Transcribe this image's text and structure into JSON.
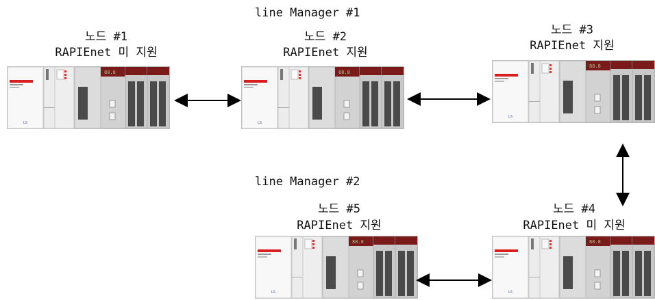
{
  "managers": [
    {
      "label": "line Manager #1"
    },
    {
      "label": "line Manager #2"
    }
  ],
  "nodes": [
    {
      "id": "1",
      "title": "노드 #1",
      "support": "RAPIEnet 미 지원"
    },
    {
      "id": "2",
      "title": "노드 #2",
      "support": "RAPIEnet 지원"
    },
    {
      "id": "3",
      "title": "노드 #3",
      "support": "RAPIEnet 지원"
    },
    {
      "id": "4",
      "title": "노드 #4",
      "support": "RAPIEnet 미 지원"
    },
    {
      "id": "5",
      "title": "노드 #5",
      "support": "RAPIEnet 지원"
    }
  ],
  "links": [
    {
      "from": "1",
      "to": "2"
    },
    {
      "from": "2",
      "to": "3"
    },
    {
      "from": "3",
      "to": "4"
    },
    {
      "from": "5",
      "to": "4"
    }
  ],
  "colors": {
    "arrow": "#000000",
    "plc_body": "#e6e6e6",
    "plc_dark": "#7a1a1a",
    "accent": "#d81e1e",
    "slot": "#4a4a4a"
  }
}
